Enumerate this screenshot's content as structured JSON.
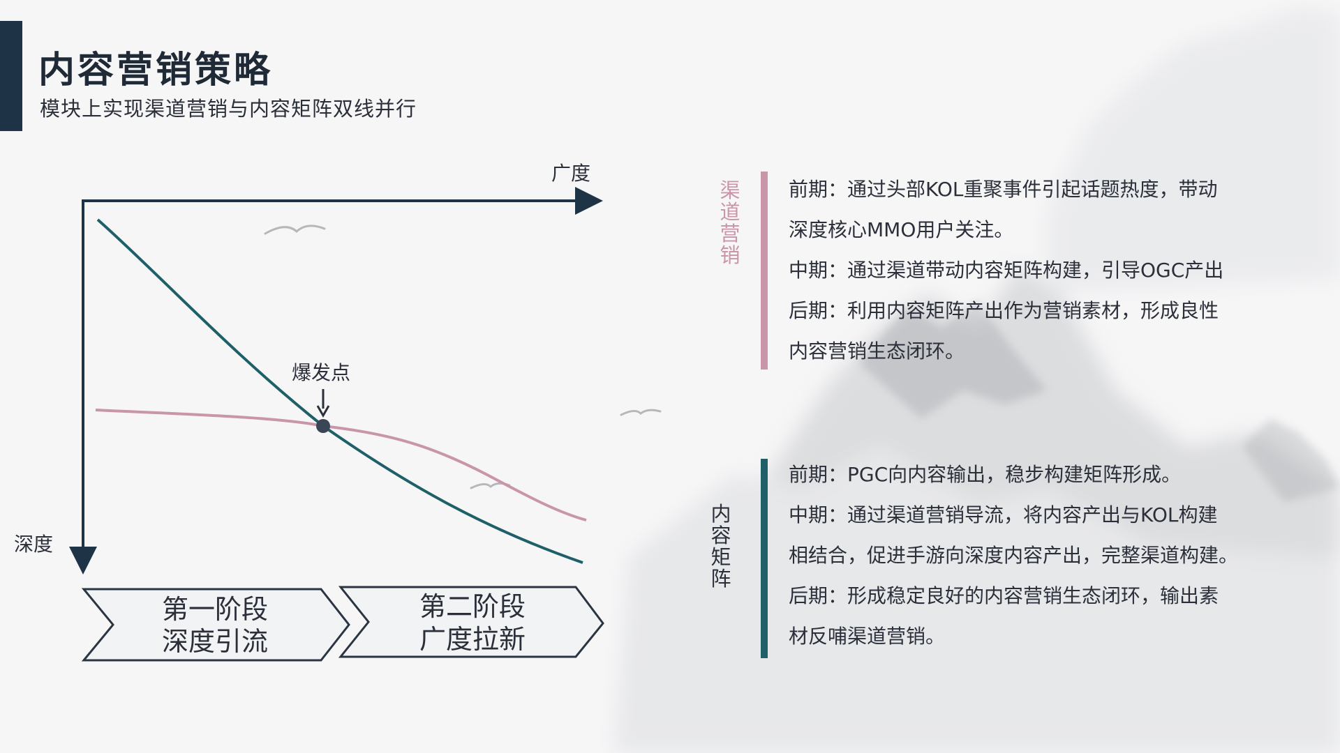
{
  "header": {
    "title": "内容营销策略",
    "subtitle": "模块上实现渠道营销与内容矩阵双线并行"
  },
  "diagram": {
    "x_axis_label": "广度",
    "y_axis_label": "深度",
    "burst_label": "爆发点",
    "phases": [
      {
        "line1": "第一阶段",
        "line2": "深度引流"
      },
      {
        "line1": "第二阶段",
        "line2": "广度拉新"
      }
    ],
    "colors": {
      "depth_curve": "#1e5f68",
      "breadth_curve": "#c995a8",
      "axis": "#1f3347",
      "burst_point": "#3a4556"
    }
  },
  "sections": [
    {
      "label": [
        "渠",
        "道",
        "营",
        "销"
      ],
      "color": "#c995a8",
      "lines": [
        "前期：通过头部KOL重聚事件引起话题热度，带动",
        "深度核心MMO用户关注。",
        "中期：通过渠道带动内容矩阵构建，引导OGC产出",
        "后期：利用内容矩阵产出作为营销素材，形成良性",
        "内容营销生态闭环。"
      ]
    },
    {
      "label": [
        "内",
        "容",
        "矩",
        "阵"
      ],
      "color": "#1e5f68",
      "lines": [
        "前期：PGC向内容输出，稳步构建矩阵形成。",
        "中期：通过渠道营销导流，将内容产出与KOL构建",
        "相结合，促进手游向深度内容产出，完整渠道构建。",
        "后期：形成稳定良好的内容营销生态闭环，输出素",
        "材反哺渠道营销。"
      ]
    }
  ]
}
